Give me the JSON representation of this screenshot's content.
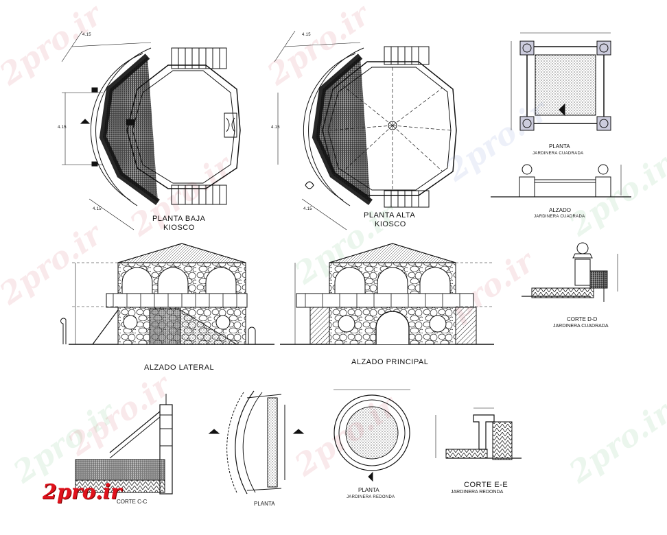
{
  "drawing": {
    "planta_baja": {
      "title": "PLANTA BAJA",
      "subtitle": "KIOSCO",
      "dim_a": "4.15",
      "dim_b": "4.15",
      "dim_c": "4.15"
    },
    "planta_alta": {
      "title": "PLANTA ALTA",
      "subtitle": "KIOSCO",
      "dim_a": "4.15",
      "dim_b": "4.15",
      "dim_c": "4.15"
    },
    "jardinera_cuadrada_planta": {
      "title": "PLANTA",
      "subtitle": "JARDINERA CUADRADA"
    },
    "jardinera_cuadrada_alzado": {
      "title": "ALZADO",
      "subtitle": "JARDINERA CUADRADA"
    },
    "corte_dd": {
      "title": "CORTE D-D",
      "subtitle": "JARDINERA CUADRADA"
    },
    "alzado_lateral": {
      "title": "ALZADO LATERAL"
    },
    "alzado_principal": {
      "title": "ALZADO PRINCIPAL"
    },
    "corte_cc": {
      "title": "CORTE C-C"
    },
    "planta_escalera": {
      "title": "PLANTA"
    },
    "jardinera_redonda_planta": {
      "title": "PLANTA",
      "subtitle": "JARDINERA REDONDA"
    },
    "corte_ee": {
      "title": "CORTE E-E",
      "subtitle": "JARDINERA REDONDA"
    }
  },
  "watermark": {
    "text": "2pro.ir",
    "logo": "2pro.ir"
  },
  "colors": {
    "line": "#111111",
    "logo": "#e0121c",
    "wm_red": "#c8283c",
    "wm_green": "#3caa50"
  }
}
